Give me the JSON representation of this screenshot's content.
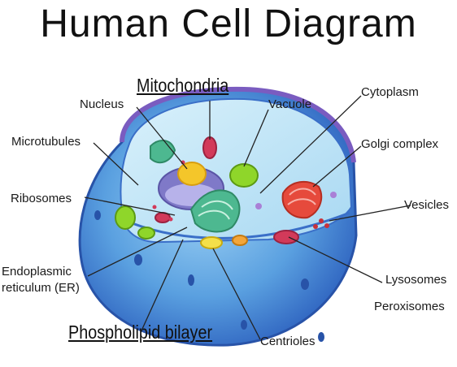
{
  "title": "Human Cell Diagram",
  "labels": {
    "mitochondria": "Mitochondria",
    "nucleus": "Nucleus",
    "vacuole": "Vacuole",
    "cytoplasm": "Cytoplasm",
    "microtubules": "Microtubules",
    "golgi": "Golgi complex",
    "ribosomes": "Ribosomes",
    "vesicles": "Vesicles",
    "er_line1": "Endoplasmic",
    "er_line2": "reticulum (ER)",
    "lysosomes": "Lysosomes",
    "peroxisomes": "Peroxisomes",
    "phospholipid": "Phospholipid bilayer",
    "centrioles": "Centrioles"
  },
  "colors": {
    "membrane": "#3a6fc8",
    "cytoplasm_outer": "#5aa0e0",
    "cytoplasm_inner": "#bfe3f7",
    "nucleus": "#7f79c8",
    "nucleolus": "#f4c62a",
    "golgi": "#e64a3c",
    "er": "#4db890",
    "mitochondria": "#d23a5a",
    "vacuole": "#8fd62a"
  }
}
